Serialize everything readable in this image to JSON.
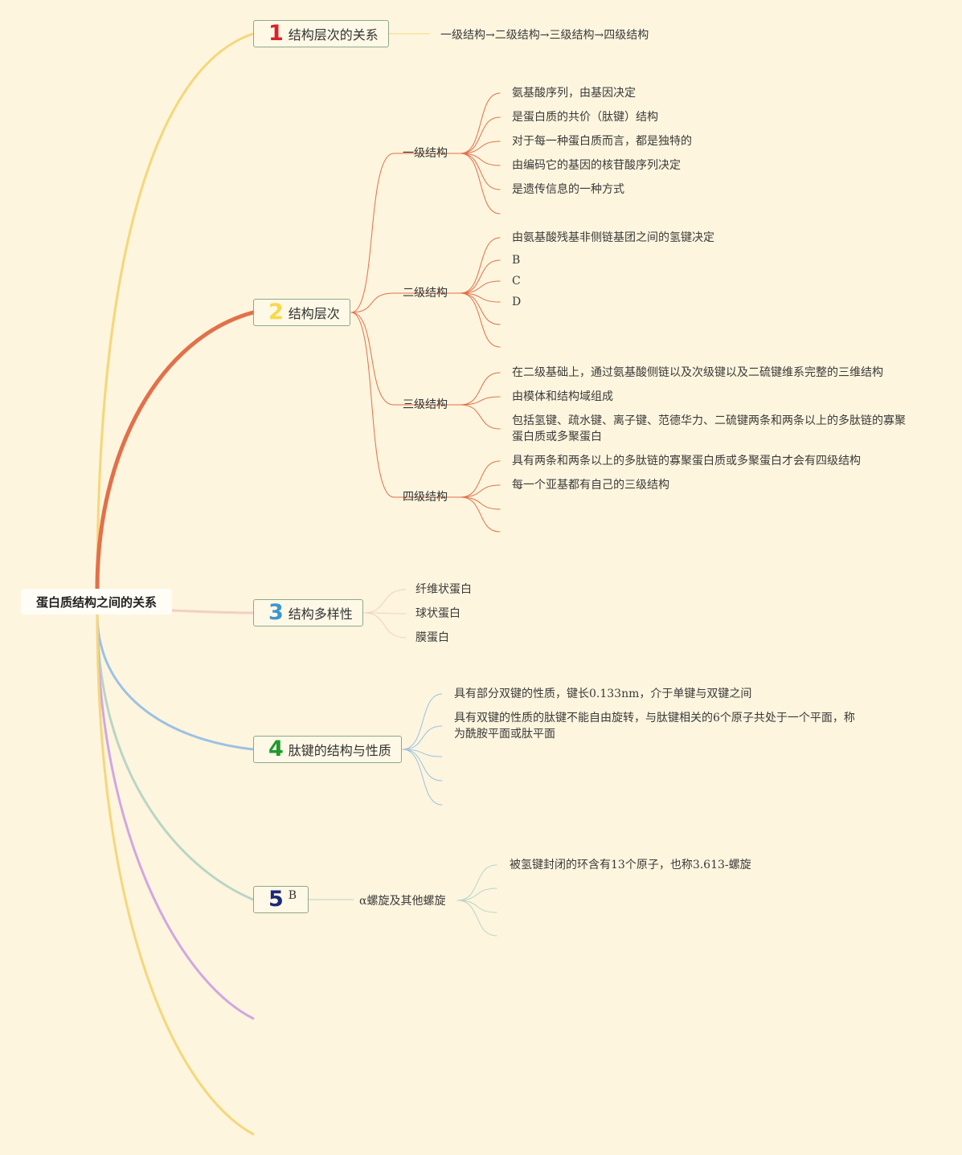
{
  "root": {
    "label": "蛋白质结构之间的关系"
  },
  "topics": [
    {
      "num": "1",
      "num_color": "#d8232a",
      "label": "结构层次的关系",
      "color": "#f5d77a",
      "leaves": [
        "一级结构→二级结构→三级结构→四级结构"
      ]
    },
    {
      "num": "2",
      "num_color": "#f7d84a",
      "label": "结构层次",
      "color": "#e2704a",
      "subs": [
        {
          "label": "一级结构",
          "leaves": [
            "氨基酸序列，由基因决定",
            "是蛋白质的共价（肽键）结构",
            "对于每一种蛋白质而言，都是独特的",
            "由编码它的基因的核苷酸序列决定",
            "是遗传信息的一种方式"
          ]
        },
        {
          "label": "二级结构",
          "leaves": [
            "由氨基酸残基非侧链基团之间的氢键决定",
            "B",
            "C",
            "D"
          ]
        },
        {
          "label": "三级结构",
          "leaves": [
            "在二级基础上，通过氨基酸侧链以及次级键以及二硫键维系完整的三维结构",
            "由模体和结构域组成",
            "包括氢键、疏水键、离子键、范德华力、二硫键两条和两条以上的多肽链的寡聚蛋白质或多聚蛋白"
          ]
        },
        {
          "label": "四级结构",
          "leaves": [
            "具有两条和两条以上的多肽链的寡聚蛋白质或多聚蛋白才会有四级结构",
            "每一个亚基都有自己的三级结构"
          ]
        }
      ]
    },
    {
      "num": "3",
      "num_color": "#3a96d4",
      "label": "结构多样性",
      "color": "#f2cfc4",
      "leaves": [
        "纤维状蛋白",
        "球状蛋白",
        "膜蛋白"
      ]
    },
    {
      "num": "4",
      "num_color": "#1f9a2e",
      "label": "肽键的结构与性质",
      "color": "#9cc1e4",
      "leaves": [
        "具有部分双键的性质，键长0.133nm，介于单键与双键之间",
        "具有双键的性质的肽键不能自由旋转，与肽键相关的6个原子共处于一个平面，称为酰胺平面或肽平面"
      ]
    },
    {
      "num": "5",
      "num_color": "#1b2a78",
      "label": "B",
      "color": "#b9d5c6",
      "sub": "α螺旋及其他螺旋",
      "leaves": [
        "被氢键封闭的环含有13个原子，也称3.613-螺旋"
      ]
    }
  ],
  "extra_branch_colors": [
    "#d2a6e2",
    "#f5d77a"
  ]
}
